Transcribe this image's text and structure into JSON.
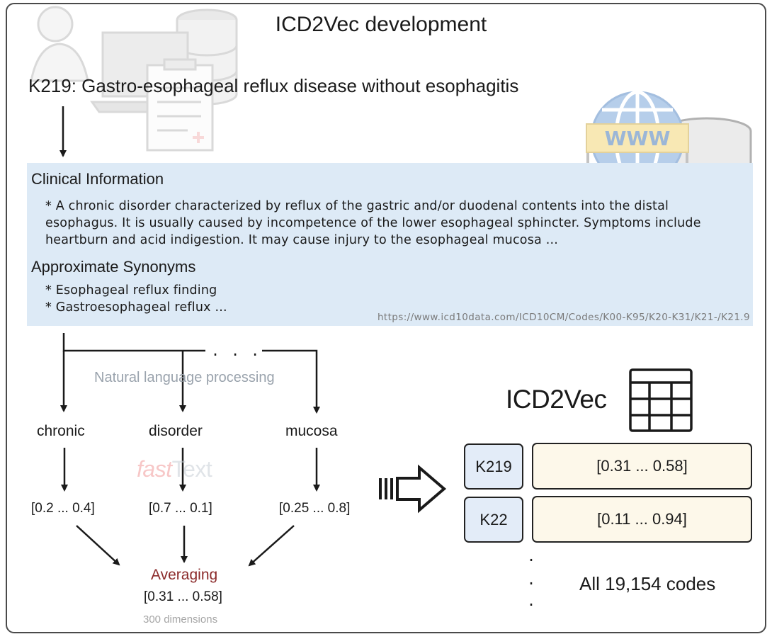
{
  "title": "ICD2Vec development",
  "code_heading": "K219: Gastro-esophageal reflux disease without esophagitis",
  "clinical": {
    "heading": "Clinical Information",
    "lines": [
      "* A chronic disorder characterized by reflux of the gastric and/or duodenal contents into the distal",
      "esophagus. It is usually caused by incompetence of the lower esophageal sphincter. Symptoms include",
      "heartburn and acid indigestion. It may cause injury to the esophageal mucosa ..."
    ]
  },
  "synonyms": {
    "heading": "Approximate Synonyms",
    "items": [
      "* Esophageal reflux finding",
      "* Gastroesophageal reflux ..."
    ]
  },
  "source_url": "https://www.icd10data.com/ICD10CM/Codes/K00-K95/K20-K31/K21-/K21.9",
  "nlp_label": "Natural language processing",
  "ellipsis": ". . .",
  "words": [
    "chronic",
    "disorder",
    "mucosa"
  ],
  "word_vectors": [
    "[0.2 ... 0.4]",
    "[0.7 ... 0.1]",
    "[0.25 ... 0.8]"
  ],
  "fasttext_logo": {
    "part1": "fast",
    "part2": "Text"
  },
  "averaging_label": "Averaging",
  "averaged_vector": "[0.31 ... 0.58]",
  "dimensions_note": "300 dimensions",
  "icd2vec_label": "ICD2Vec",
  "table_rows": [
    {
      "code": "K219",
      "vector": "[0.31 ... 0.58]"
    },
    {
      "code": "K22",
      "vector": "[0.11 ... 0.94]"
    }
  ],
  "vertical_dots": ".",
  "all_codes": "All 19,154 codes",
  "icons": [
    "patient-icon",
    "clipboard-icon",
    "laptop-icon",
    "database-icon",
    "globe-www-icon",
    "monitor-icon",
    "table-grid-icon",
    "hollow-arrow-icon"
  ],
  "colors": {
    "info_box": "#ddeaf6",
    "code_box": "#e3ecf8",
    "vector_box": "#fdf8ea",
    "averaging": "#8b2a2a"
  }
}
